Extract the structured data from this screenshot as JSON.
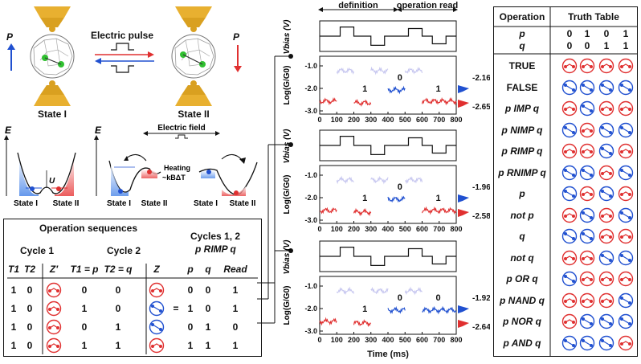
{
  "panel_a": {
    "state1_label": "State I",
    "state2_label": "State II",
    "pulse_label": "Electric pulse",
    "p_symbol": "P",
    "colors": {
      "red": "#e03030",
      "blue": "#2050d0",
      "gold": "#e8b030",
      "green": "#30c030"
    }
  },
  "panel_b": {
    "e_label": "E",
    "u_label": "U",
    "state1": "State I",
    "state2": "State II",
    "field_label": "Electric field",
    "heating_label": "Heating",
    "kt_label": "~kBΔT"
  },
  "panel_c": {
    "title": "Operation sequences",
    "cycle1": "Cycle 1",
    "cycle2": "Cycle 2",
    "cycles12": "Cycles 1, 2",
    "operation": "p RIMP q",
    "headers": [
      "T1",
      "T2",
      "Z′",
      "T1 = p",
      "T2 = q",
      "Z",
      "p",
      "q",
      "Read"
    ],
    "equals": "=",
    "rows": [
      {
        "t1": "1",
        "t2": "0",
        "zp": "red",
        "c2t1": "0",
        "c2t2": "0",
        "z": "red",
        "p": "0",
        "q": "0",
        "read": "1"
      },
      {
        "t1": "1",
        "t2": "0",
        "zp": "red",
        "c2t1": "1",
        "c2t2": "0",
        "z": "blue",
        "p": "1",
        "q": "0",
        "read": "1"
      },
      {
        "t1": "1",
        "t2": "0",
        "zp": "red",
        "c2t1": "0",
        "c2t2": "1",
        "z": "blue",
        "p": "0",
        "q": "1",
        "read": "0"
      },
      {
        "t1": "1",
        "t2": "0",
        "zp": "red",
        "c2t1": "1",
        "c2t2": "1",
        "z": "red",
        "p": "1",
        "q": "1",
        "read": "1"
      }
    ]
  },
  "panel_d": {
    "definition": "definition",
    "operation_read": "operation read",
    "vbias_label": "Vbias (V)",
    "log_label": "Log(G/G0)",
    "xlabel": "Time (ms)",
    "x_ticks": [
      "0",
      "100",
      "200",
      "300",
      "400",
      "500",
      "600",
      "700",
      "800"
    ],
    "y_ticks": [
      "-1.0",
      "-2.0",
      "-3.0"
    ],
    "plots": [
      {
        "state_a": "1",
        "state_b": "0",
        "state_c": "1",
        "hi": "-2.16",
        "lo": "-2.65"
      },
      {
        "state_a": "1",
        "state_b": "0",
        "state_c": "1",
        "hi": "-1.96",
        "lo": "-2.58"
      },
      {
        "state_a": "1",
        "state_b": "0",
        "state_c": "0",
        "hi": "-1.92",
        "lo": "-2.64"
      }
    ]
  },
  "truth_table": {
    "header_op": "Operation",
    "header_tt": "Truth Table",
    "p_label": "p",
    "q_label": "q",
    "p_values": [
      "0",
      "1",
      "0",
      "1"
    ],
    "q_values": [
      "0",
      "0",
      "1",
      "1"
    ],
    "rows": [
      {
        "op": "TRUE",
        "v": [
          "red",
          "red",
          "red",
          "red"
        ]
      },
      {
        "op": "FALSE",
        "v": [
          "blue",
          "blue",
          "blue",
          "blue"
        ]
      },
      {
        "op": "p IMP q",
        "v": [
          "red",
          "blue",
          "red",
          "red"
        ]
      },
      {
        "op": "p NIMP q",
        "v": [
          "blue",
          "red",
          "blue",
          "blue"
        ]
      },
      {
        "op": "p RIMP q",
        "v": [
          "red",
          "red",
          "blue",
          "red"
        ]
      },
      {
        "op": "p RNIMP q",
        "v": [
          "blue",
          "blue",
          "red",
          "blue"
        ]
      },
      {
        "op": "p",
        "v": [
          "blue",
          "red",
          "blue",
          "red"
        ]
      },
      {
        "op": "not p",
        "v": [
          "red",
          "blue",
          "red",
          "blue"
        ]
      },
      {
        "op": "q",
        "v": [
          "blue",
          "blue",
          "red",
          "red"
        ]
      },
      {
        "op": "not q",
        "v": [
          "red",
          "red",
          "blue",
          "blue"
        ]
      },
      {
        "op": "p OR q",
        "v": [
          "blue",
          "red",
          "red",
          "red"
        ]
      },
      {
        "op": "p NAND q",
        "v": [
          "red",
          "red",
          "red",
          "blue"
        ]
      },
      {
        "op": "p NOR q",
        "v": [
          "red",
          "blue",
          "blue",
          "blue"
        ]
      },
      {
        "op": "p AND q",
        "v": [
          "blue",
          "blue",
          "blue",
          "red"
        ]
      }
    ]
  }
}
